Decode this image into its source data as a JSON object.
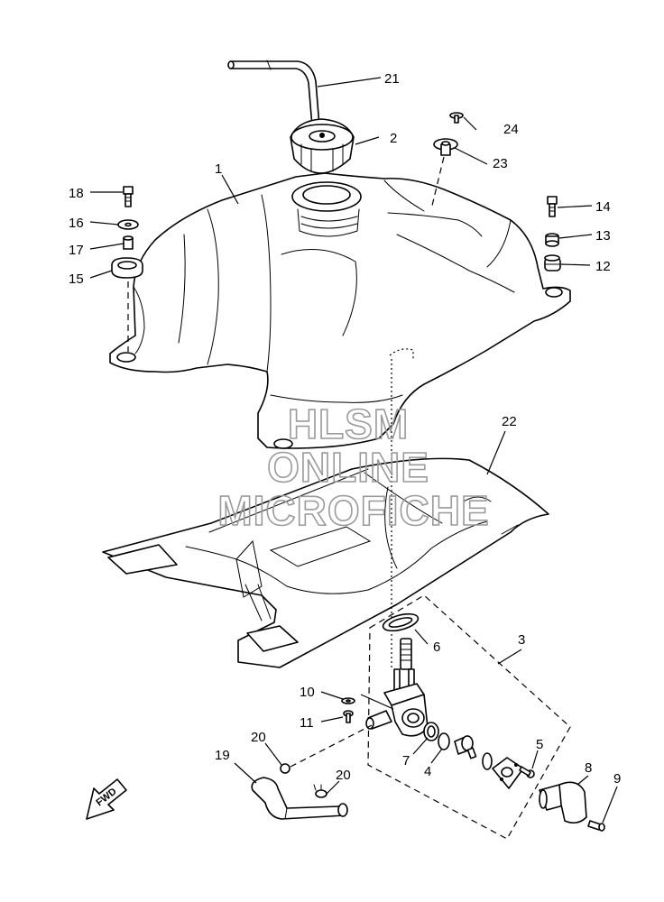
{
  "diagram": {
    "watermark": {
      "line1": "HLSM",
      "line2": "ONLINE",
      "line3": "MICROFICHE"
    },
    "direction_arrow": {
      "text": "FWD",
      "icon": "fwd-arrow-icon"
    },
    "callouts": {
      "c1": "1",
      "c2": "2",
      "c3": "3",
      "c4": "4",
      "c5": "5",
      "c6": "6",
      "c7": "7",
      "c8": "8",
      "c9": "9",
      "c10": "10",
      "c11": "11",
      "c12": "12",
      "c13": "13",
      "c14": "14",
      "c15": "15",
      "c16": "16",
      "c17": "17",
      "c18": "18",
      "c19": "19",
      "c20a": "20",
      "c20b": "20",
      "c21": "21",
      "c22": "22",
      "c23": "23",
      "c24": "24"
    }
  }
}
